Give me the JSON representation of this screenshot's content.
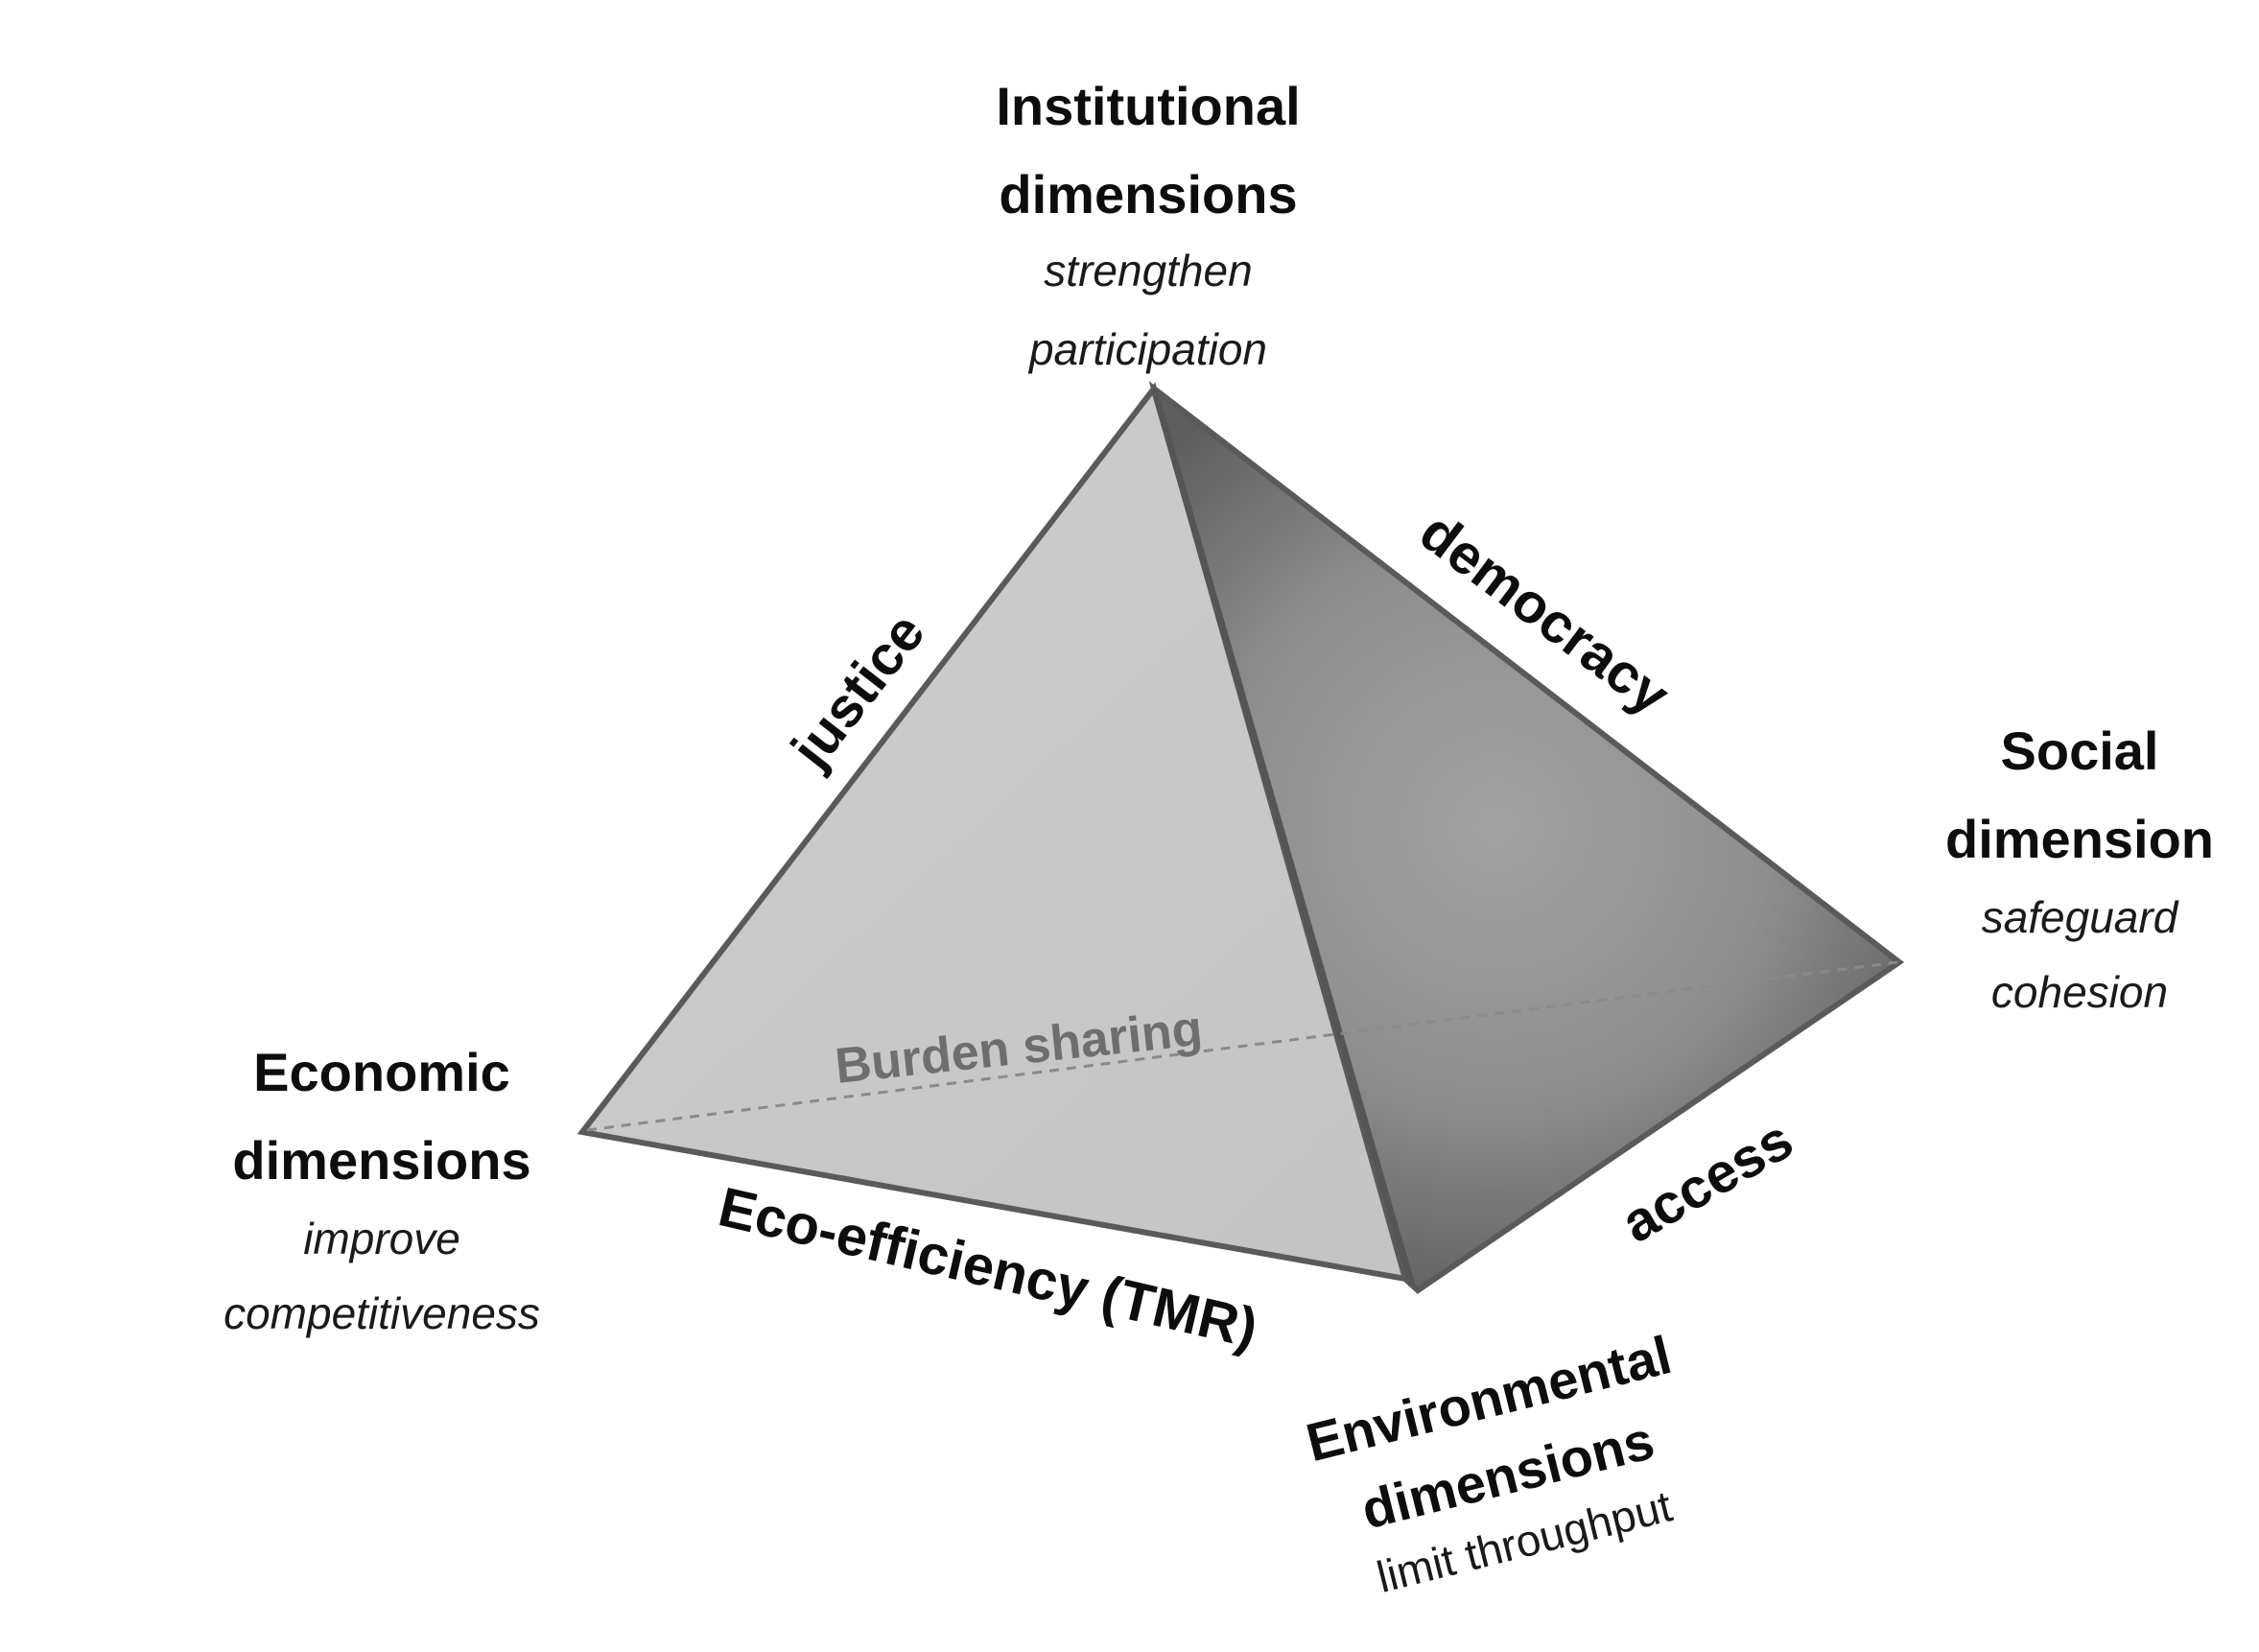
{
  "diagram": {
    "title": "Sustainability pyramid (tetrahedron) of dimensions",
    "vertices": {
      "institutional": {
        "title_line1": "Institutional",
        "title_line2": "dimensions",
        "goal_line1": "strengthen",
        "goal_line2": "participation"
      },
      "economic": {
        "title_line1": "Economic",
        "title_line2": "dimensions",
        "goal_line1": "improve",
        "goal_line2": "competitiveness"
      },
      "social": {
        "title_line1": "Social",
        "title_line2": "dimension",
        "goal_line1": "safeguard",
        "goal_line2": "cohesion"
      },
      "environmental": {
        "title_line1": "Environmental",
        "title_line2": "dimensions",
        "goal_line1": "limit throughput"
      }
    },
    "edges": {
      "institutional_economic": "justice",
      "institutional_social": "democracy",
      "social_environmental": "access",
      "economic_environmental": "Eco-efficiency (TMR)",
      "economic_social_hidden": "Burden sharing"
    },
    "colors": {
      "front_face": "#c8c8c8",
      "side_face_center": "#a0a0a0",
      "side_face_edge": "#646464",
      "outline": "#5a5a5a",
      "hidden_edge_label": "#6e6e6e",
      "text": "#0d0d0d",
      "background": "#ffffff"
    }
  }
}
